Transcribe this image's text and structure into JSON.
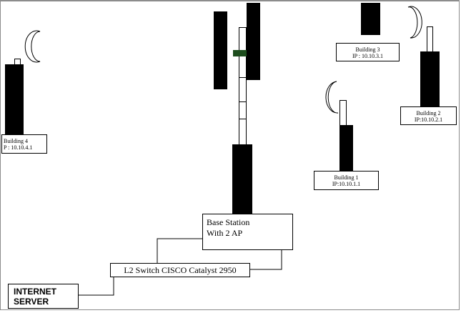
{
  "diagram": {
    "buildings": [
      {
        "id": "building-4",
        "name": "Building 4",
        "ip": "P : 10.10.4.1"
      },
      {
        "id": "building-3",
        "name": "Building 3",
        "ip": "IP : 10.10.3.1"
      },
      {
        "id": "building-2",
        "name": "Building 2",
        "ip": "IP:10.10.2.1"
      },
      {
        "id": "building-1",
        "name": "Building 1",
        "ip": "IP:10.10.1.1"
      }
    ],
    "base_station": {
      "line1": "Base Station",
      "line2": "With 2 AP"
    },
    "switch_label": "L2 Switch CISCO Catalyst 2950",
    "internet_server": {
      "line1": "INTERNET",
      "line2": "SERVER"
    },
    "colors": {
      "link": "#000000",
      "accent_green": "#1d4d1d",
      "frame": "#8c8c8c"
    }
  }
}
